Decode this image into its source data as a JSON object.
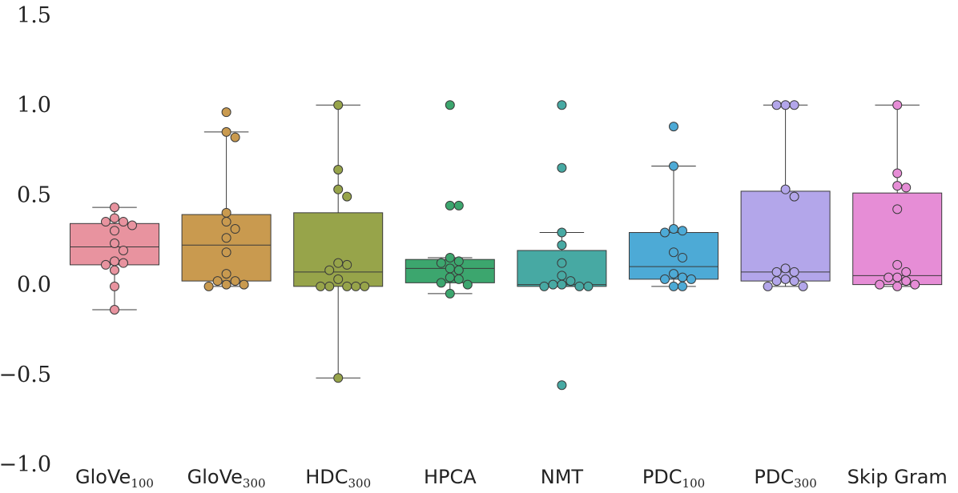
{
  "chart_data": {
    "type": "box",
    "title": "",
    "xlabel": "",
    "ylabel": "",
    "ylim": [
      -1.0,
      1.5
    ],
    "yticks": [
      -1.0,
      -0.5,
      0.0,
      0.5,
      1.0,
      1.5
    ],
    "ytick_labels": [
      "−1.0",
      "−0.5",
      "0.0",
      "0.5",
      "1.0",
      "1.5"
    ],
    "grid": false,
    "legend": "none",
    "categories": [
      {
        "label": "GloVe",
        "subscript": "100",
        "color": "#e8939f",
        "stats": {
          "whislo": -0.14,
          "q1": 0.11,
          "med": 0.21,
          "q3": 0.34,
          "whishi": 0.43
        },
        "points": [
          0.43,
          0.37,
          0.35,
          0.35,
          0.33,
          0.3,
          0.23,
          0.19,
          0.13,
          0.12,
          0.11,
          0.08,
          -0.01,
          -0.14
        ]
      },
      {
        "label": "GloVe",
        "subscript": "300",
        "color": "#c99a4f",
        "stats": {
          "whislo": -0.01,
          "q1": 0.02,
          "med": 0.22,
          "q3": 0.39,
          "whishi": 0.85
        },
        "points": [
          0.96,
          0.85,
          0.82,
          0.4,
          0.35,
          0.31,
          0.26,
          0.18,
          0.06,
          0.02,
          0.02,
          0.0,
          0.0,
          -0.01
        ]
      },
      {
        "label": "HDC",
        "subscript": "300",
        "color": "#97a44a",
        "stats": {
          "whislo": -0.52,
          "q1": -0.01,
          "med": 0.07,
          "q3": 0.4,
          "whishi": 1.0
        },
        "points": [
          1.0,
          0.64,
          0.53,
          0.49,
          0.12,
          0.11,
          0.08,
          0.03,
          -0.01,
          -0.01,
          -0.01,
          -0.01,
          -0.01,
          -0.52
        ]
      },
      {
        "label": "HPCA",
        "subscript": "",
        "color": "#3ca66e",
        "stats": {
          "whislo": -0.05,
          "q1": 0.01,
          "med": 0.09,
          "q3": 0.14,
          "whishi": 0.15
        },
        "points": [
          1.0,
          0.44,
          0.44,
          0.15,
          0.13,
          0.12,
          0.09,
          0.08,
          0.04,
          0.03,
          0.01,
          0.0,
          -0.05
        ]
      },
      {
        "label": "NMT",
        "subscript": "",
        "color": "#47a9a3",
        "stats": {
          "whislo": -0.01,
          "q1": -0.01,
          "med": 0.0,
          "q3": 0.19,
          "whishi": 0.29
        },
        "points": [
          1.0,
          0.65,
          0.29,
          0.22,
          0.12,
          0.05,
          0.02,
          0.0,
          0.0,
          -0.01,
          -0.01,
          -0.01,
          -0.56
        ]
      },
      {
        "label": "PDC",
        "subscript": "100",
        "color": "#4daad6",
        "stats": {
          "whislo": -0.01,
          "q1": 0.03,
          "med": 0.1,
          "q3": 0.29,
          "whishi": 0.66
        },
        "points": [
          0.88,
          0.66,
          0.31,
          0.3,
          0.29,
          0.18,
          0.15,
          0.06,
          0.04,
          0.03,
          0.03,
          -0.01,
          -0.01
        ]
      },
      {
        "label": "PDC",
        "subscript": "300",
        "color": "#b3a6ea",
        "stats": {
          "whislo": -0.01,
          "q1": 0.02,
          "med": 0.07,
          "q3": 0.52,
          "whishi": 1.0
        },
        "points": [
          1.0,
          1.0,
          1.0,
          0.53,
          0.49,
          0.09,
          0.07,
          0.07,
          0.03,
          0.02,
          0.02,
          -0.01,
          -0.01
        ]
      },
      {
        "label": "Skip Gram",
        "subscript": "",
        "color": "#e68dd6",
        "stats": {
          "whislo": -0.01,
          "q1": 0.0,
          "med": 0.05,
          "q3": 0.51,
          "whishi": 1.0
        },
        "points": [
          1.0,
          0.62,
          0.55,
          0.54,
          0.42,
          0.11,
          0.07,
          0.04,
          0.04,
          0.02,
          0.0,
          0.0,
          -0.01
        ]
      }
    ]
  }
}
